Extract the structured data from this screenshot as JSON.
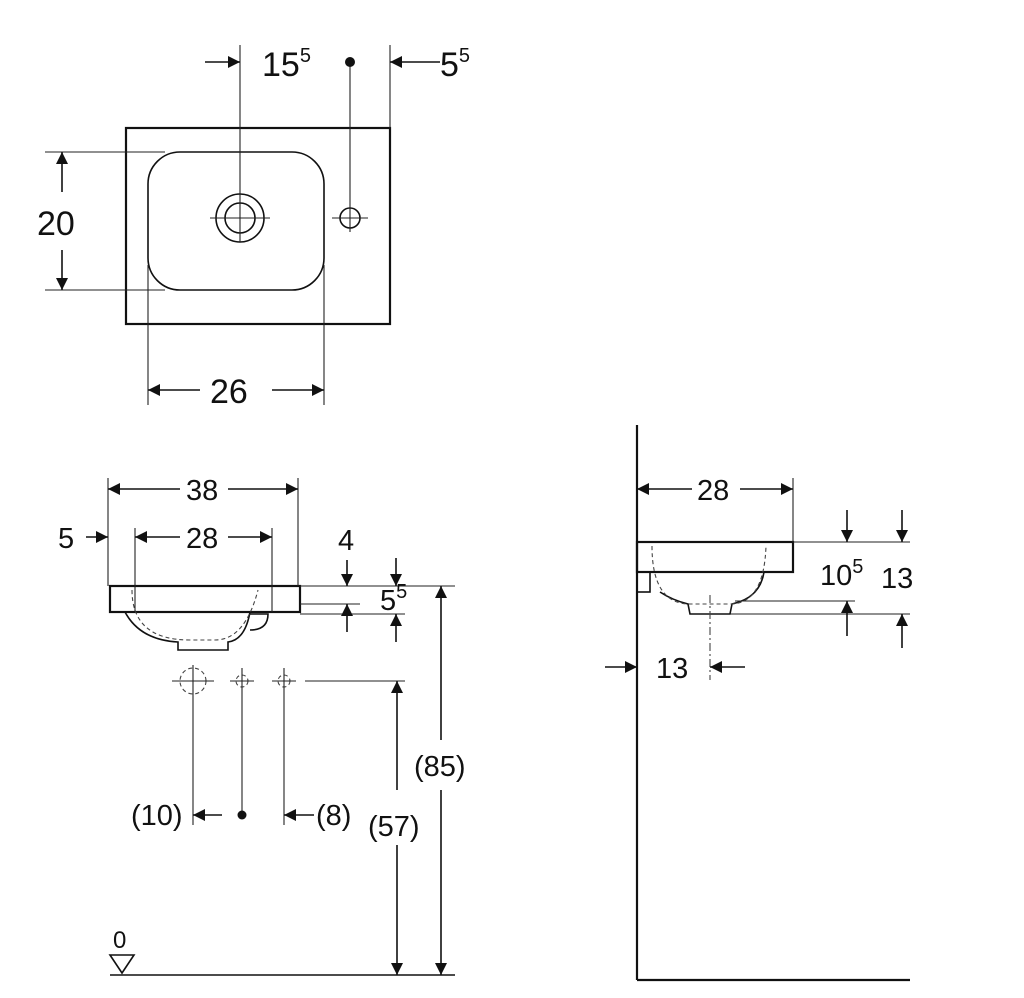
{
  "top_view": {
    "dim_drain_offset": {
      "main": "15",
      "sup": "5"
    },
    "dim_tap_offset": {
      "main": "5",
      "sup": "5"
    },
    "dim_bowl_depth": "20",
    "dim_bowl_width": "26"
  },
  "front_view": {
    "dim_overall_width": "38",
    "dim_side_offset": "5",
    "dim_inner_width": "28",
    "dim_rim_height": "4",
    "dim_rim_thickness": {
      "main": "5",
      "sup": "5"
    },
    "dim_pipe_left": "(10)",
    "dim_pipe_right": "(8)",
    "dim_pipe_height": "(57)",
    "dim_rim_height_floor": "(85)",
    "floor_level": "0"
  },
  "side_view": {
    "dim_projection": "28",
    "dim_bowl_height": {
      "main": "10",
      "sup": "5"
    },
    "dim_total_height": "13",
    "dim_drain_from_wall": "13"
  }
}
